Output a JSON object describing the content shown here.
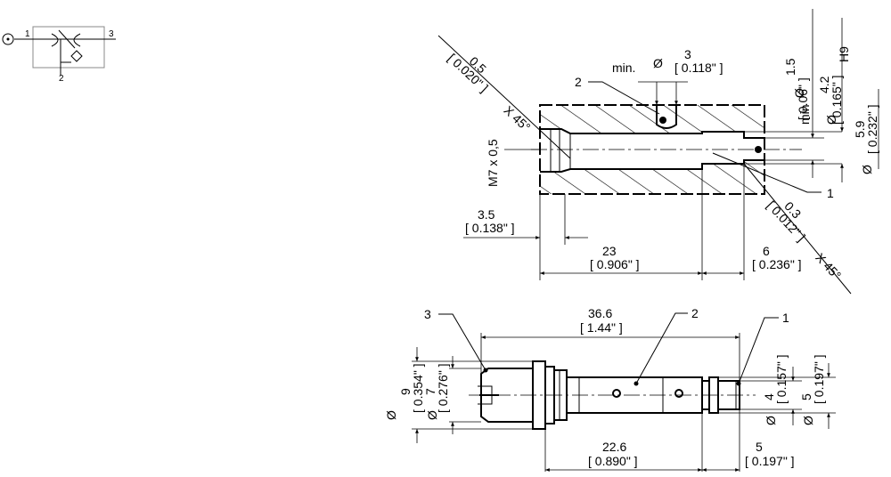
{
  "symbol": {
    "port_1": "1",
    "port_2": "2",
    "port_3": "3"
  },
  "cavity": {
    "chamfer_top_mm": "0.5",
    "chamfer_top_in": "[ 0.020\" ]",
    "chamfer_top_angle": "X 45°",
    "min_label": "min.",
    "hole_dia_symbol": "Ø",
    "hole_dia_mm": "3",
    "hole_dia_in": "[ 0.118\" ]",
    "callout_2": "2",
    "callout_1": "1",
    "thread": "M7 x 0,5",
    "d1_mm": "1.5",
    "d1_in": "[ 0.06\" ]",
    "d1_tol": "H9",
    "d1_prefix": "min",
    "d2_mm": "4.2",
    "d2_in": "[ 0.165\" ]",
    "d3_mm": "5.9",
    "d3_in": "[ 0.232\" ]",
    "chamfer_bot_mm": "0.3",
    "chamfer_bot_in": "[ 0.012\" ]",
    "chamfer_bot_angle": "X 45°",
    "len_a_mm": "3.5",
    "len_a_in": "[ 0.138\" ]",
    "len_b_mm": "23",
    "len_b_in": "[ 0.906\" ]",
    "len_c_mm": "6",
    "len_c_in": "[ 0.236\" ]"
  },
  "cartridge": {
    "callout_3": "3",
    "callout_2": "2",
    "callout_1": "1",
    "overall_mm": "36.6",
    "overall_in": "[ 1.44\" ]",
    "od1_mm": "9",
    "od1_in": "[ 0.354\" ]",
    "od2_mm": "7",
    "od2_in": "[ 0.276\" ]",
    "od3_mm": "4",
    "od3_in": "[ 0.157\" ]",
    "od4_mm": "5",
    "od4_in": "[ 0.197\" ]",
    "len1_mm": "22.6",
    "len1_in": "[ 0.890\" ]",
    "len2_mm": "5",
    "len2_in": "[ 0.197\" ]",
    "dia_symbol": "Ø"
  }
}
